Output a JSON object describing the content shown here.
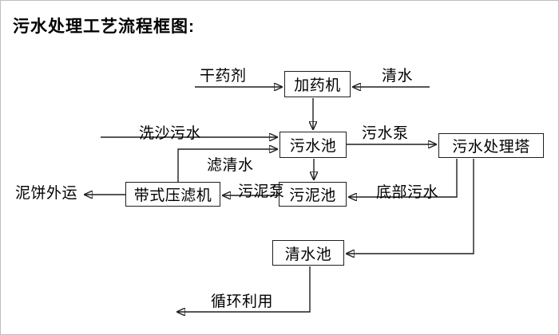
{
  "title": "污水处理工艺流程框图:",
  "nodes": {
    "dosing_machine": "加药机",
    "sewage_pool": "污水池",
    "treatment_tower": "污水处理塔",
    "sludge_pool": "污泥池",
    "belt_filter_press": "带式压滤机",
    "clear_water_pool": "清水池"
  },
  "labels": {
    "dry_agent": "干药剂",
    "clear_water": "清水",
    "sand_wash_sewage": "洗沙污水",
    "filtered_water": "滤清水",
    "sewage_pump": "污水泵",
    "bottom_sewage": "底部污水",
    "sludge_pump": "污泥泵",
    "mud_cake_out": "泥饼外运",
    "recycle_use": "循环利用"
  },
  "edges": [
    {
      "from": null,
      "to": "加药机",
      "label": "干药剂"
    },
    {
      "from": null,
      "to": "加药机",
      "label": "清水"
    },
    {
      "from": "加药机",
      "to": "污水池",
      "label": ""
    },
    {
      "from": null,
      "to": "污水池",
      "label": "洗沙污水"
    },
    {
      "from": "带式压滤机",
      "to": "污水池",
      "label": "滤清水"
    },
    {
      "from": "污水池",
      "to": "污水处理塔",
      "label": "污水泵"
    },
    {
      "from": "污水池",
      "to": "污泥池",
      "label": ""
    },
    {
      "from": "污水处理塔",
      "to": "污泥池",
      "label": "底部污水"
    },
    {
      "from": "污泥池",
      "to": "带式压滤机",
      "label": "污泥泵"
    },
    {
      "from": "带式压滤机",
      "to": null,
      "label": "泥饼外运"
    },
    {
      "from": "污水处理塔",
      "to": "清水池",
      "label": ""
    },
    {
      "from": "清水池",
      "to": null,
      "label": "循环利用"
    }
  ],
  "colors": {
    "line": "#1f1f1f",
    "box_border": "#1f1f1f",
    "box_fill": "#ffffff",
    "background": "#ffffff",
    "text": "#000000"
  }
}
